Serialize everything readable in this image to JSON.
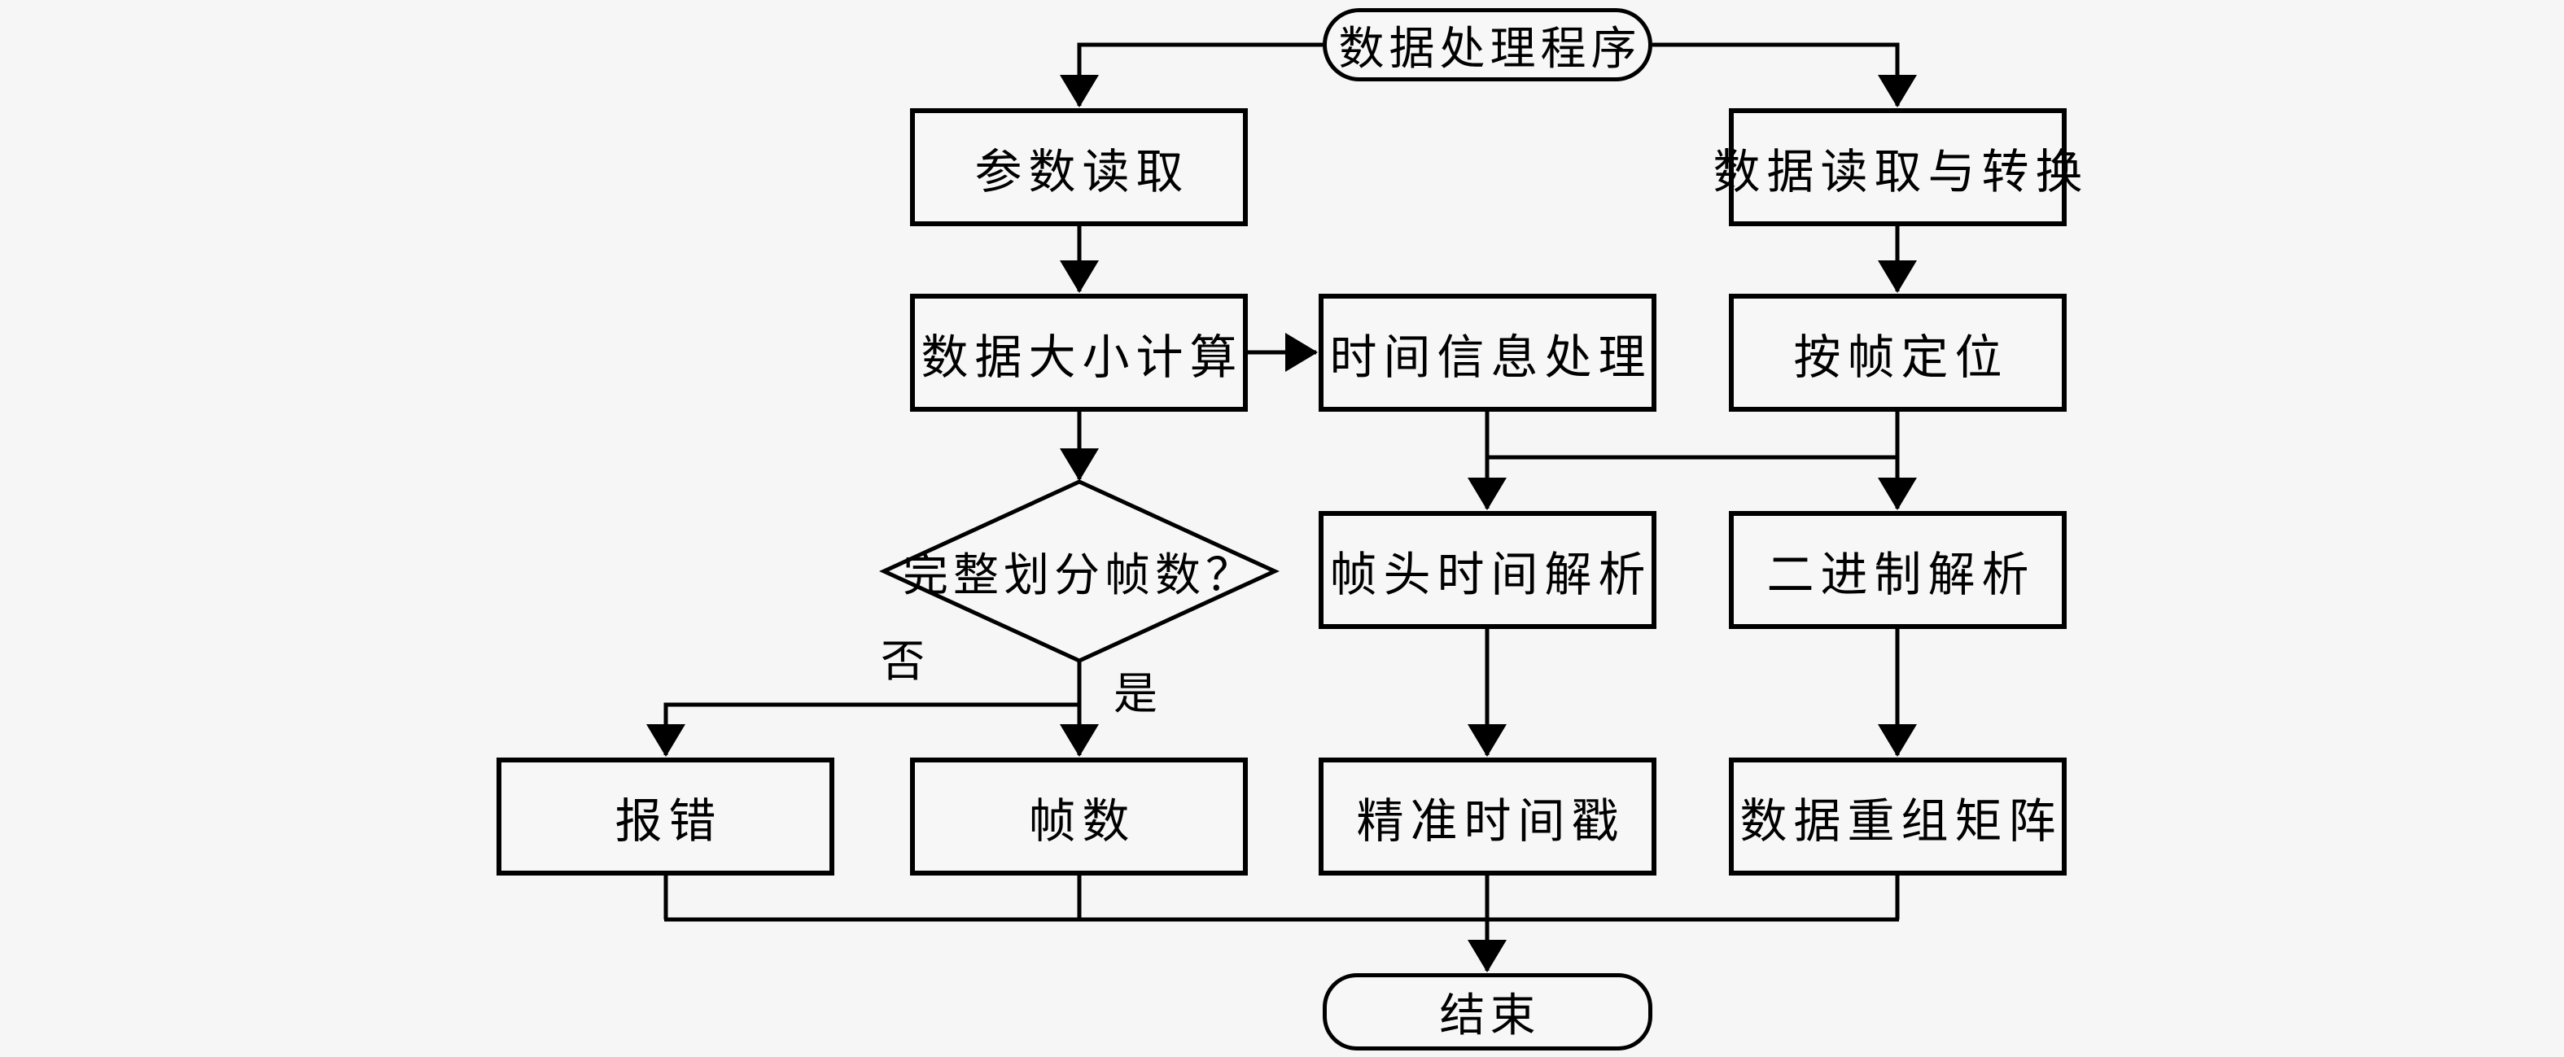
{
  "colors": {
    "background": "#f6f6f6",
    "node_fill": "#f7f7f7",
    "line": "#000000",
    "text": "#000000"
  },
  "nodes": {
    "start": "数据处理程序",
    "param_read": "参数读取",
    "data_read_convert": "数据读取与转换",
    "data_size_calc": "数据大小计算",
    "time_info_proc": "时间信息处理",
    "frame_locate": "按帧定位",
    "frame_check": "完整划分帧数？",
    "frame_header_time_parse": "帧头时间解析",
    "binary_parse": "二进制解析",
    "error_report": "报错",
    "frame_count": "帧数",
    "precise_timestamp": "精准时间戳",
    "data_reorg_matrix": "数据重组矩阵",
    "end": "结束"
  },
  "edge_labels": {
    "no": "否",
    "yes": "是"
  }
}
